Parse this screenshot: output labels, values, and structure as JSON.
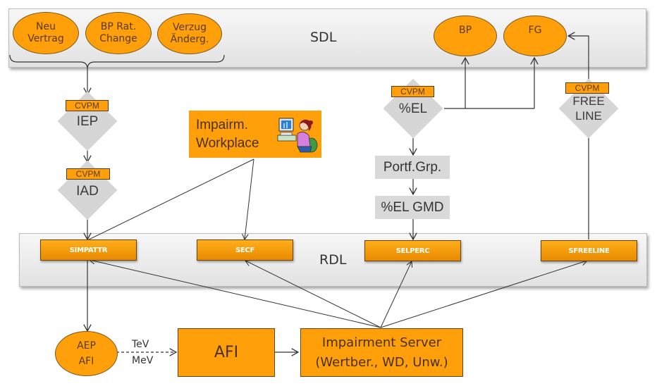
{
  "colors": {
    "node_orange": "#ffa00a",
    "node_border": "#6b4412",
    "diamond_gray": "#d6d6d6",
    "band_gray": "#e6e6e6",
    "line": "#333333"
  },
  "sdl": {
    "label": "SDL",
    "inputs": [
      {
        "line1": "Neu",
        "line2": "Vertrag"
      },
      {
        "line1": "BP Rat.",
        "line2": "Change"
      },
      {
        "line1": "Verzug",
        "line2": "Änderg."
      }
    ],
    "targets": [
      {
        "label": "BP"
      },
      {
        "label": "FG"
      }
    ]
  },
  "rdl": {
    "label": "RDL",
    "tables": [
      "SIMPATTR",
      "SECF",
      "SELPERC",
      "SFREELINE"
    ]
  },
  "decisions": {
    "iep": {
      "tag": "CVPM",
      "label": "IEP"
    },
    "iad": {
      "tag": "CVPM",
      "label": "IAD"
    },
    "el": {
      "tag": "CVPM",
      "label": "%EL"
    },
    "freeline": {
      "tag": "CVPM",
      "line1": "FREE",
      "line2": "LINE"
    }
  },
  "steps": {
    "portf_grp": "Portf.Grp.",
    "el_gmd": "%EL GMD"
  },
  "workplace": {
    "line1": "Impairm.",
    "line2": "Workplace",
    "icon": "person-at-computer-icon"
  },
  "bottom": {
    "aep": {
      "line1": "AEP",
      "line2": "AFI"
    },
    "edge_label": {
      "line1": "TeV",
      "line2": "MeV"
    },
    "afi": "AFI",
    "server": {
      "line1": "Impairment Server",
      "line2": "(Wertber., WD, Unw.)"
    }
  }
}
